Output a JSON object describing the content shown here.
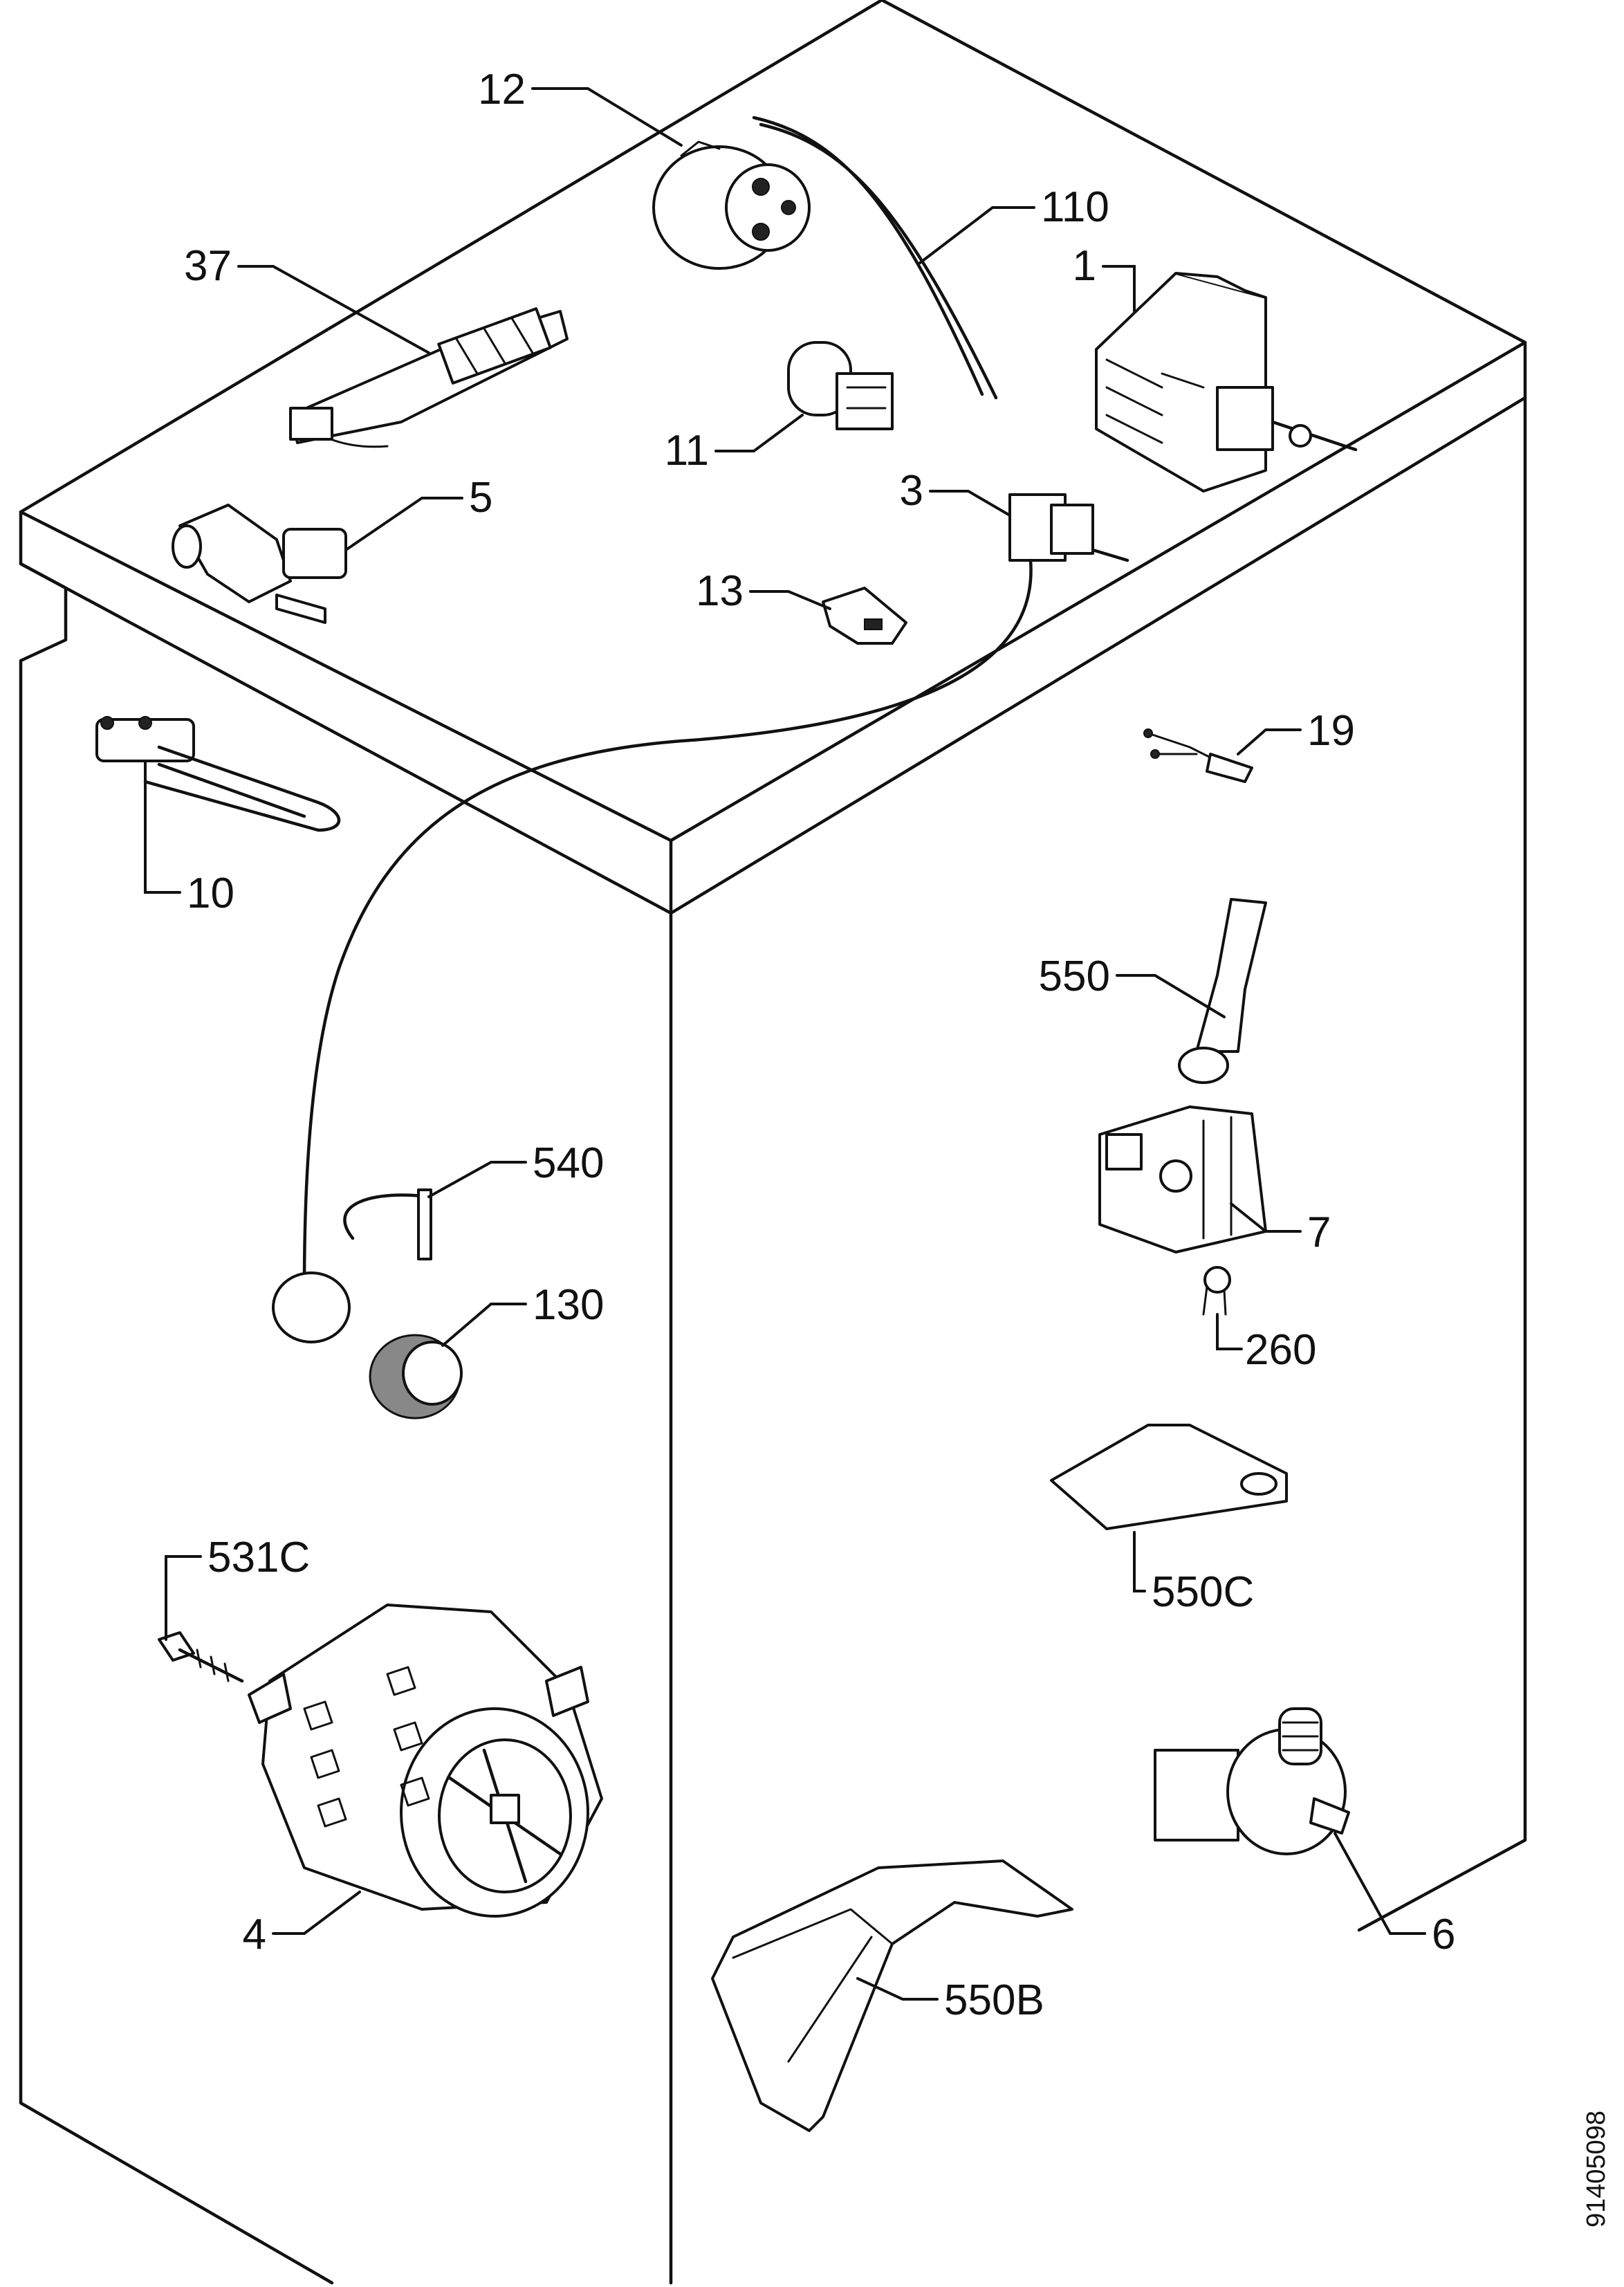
{
  "labels": {
    "p12": "12",
    "p110": "110",
    "p37": "37",
    "p1": "1",
    "p11": "11",
    "p3": "3",
    "p5": "5",
    "p13": "13",
    "p19": "19",
    "p10": "10",
    "p550": "550",
    "p540": "540",
    "p7": "7",
    "p130": "130",
    "p260": "260",
    "p550c": "550C",
    "p531c": "531C",
    "p6": "6",
    "p4": "4",
    "p550b": "550B"
  },
  "document_number": "91405098"
}
